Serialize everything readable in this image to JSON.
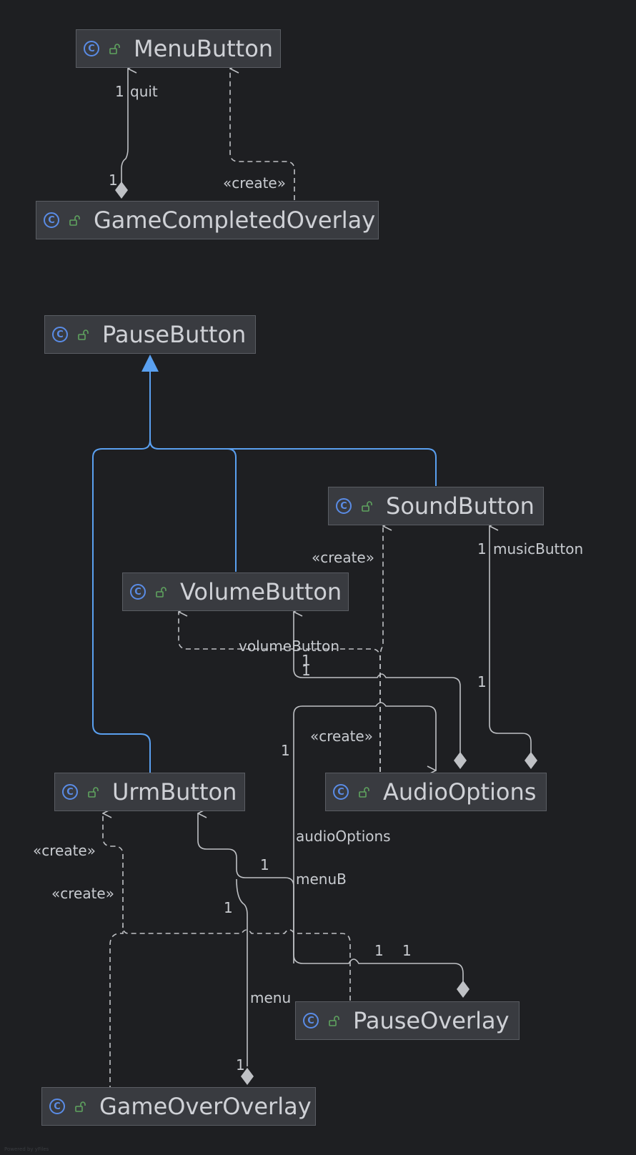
{
  "colors": {
    "background": "#1e1f22",
    "node_fill": "#393b40",
    "class_icon": "#5a8ce6",
    "public_icon": "#5fa35f",
    "inheritance": "#5aa0f0",
    "association": "#bfc1c5"
  },
  "icons": {
    "class": "class-c-icon",
    "visibility": "public-unlock-icon"
  },
  "class_icon_glyph": "C",
  "nodes": {
    "menu_button": "MenuButton",
    "game_completed_overlay": "GameCompletedOverlay",
    "pause_button": "PauseButton",
    "sound_button": "SoundButton",
    "volume_button": "VolumeButton",
    "urm_button": "UrmButton",
    "audio_options": "AudioOptions",
    "pause_overlay": "PauseOverlay",
    "game_over_overlay": "GameOverOverlay"
  },
  "labels": {
    "quit_mult": "1",
    "quit": "quit",
    "gco_mult": "1",
    "gco_create": "«create»",
    "ao_create_sound": "«create»",
    "music_mult_top": "1",
    "music_button": "musicButton",
    "volume_button_role": "volumeButton",
    "vol_mult_a": "1",
    "vol_mult_b": "1",
    "music_mult_bottom": "1",
    "ao_create_volume": "«create»",
    "audio_opts_mult": "1",
    "audio_options_role": "audioOptions",
    "goo_create_a": "«create»",
    "goo_create_b": "«create»",
    "menu_b_mult": "1",
    "menu_b": "menuB",
    "menu_mult_top": "1",
    "po_mult_a": "1",
    "po_mult_b": "1",
    "menu_role": "menu",
    "menu_mult_bottom": "1"
  },
  "watermark": "Powered by yFiles"
}
